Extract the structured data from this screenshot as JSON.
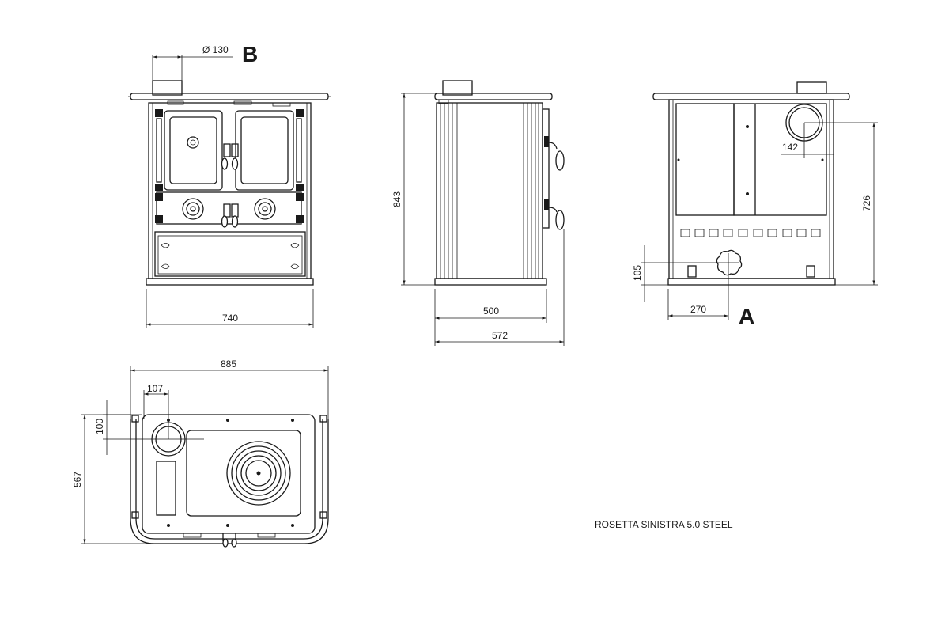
{
  "diagram": {
    "caption": "ROSETTA SINISTRA 5.0 STEEL",
    "labels": {
      "outlet_top": "B",
      "outlet_rear": "A"
    },
    "dimensions": {
      "flue_diameter": "Ø 130",
      "front_width": "740",
      "side_depth_body": "500",
      "side_depth_total": "572",
      "height_total": "843",
      "rear_flue_height": "726",
      "rear_flue_offset": "142",
      "rear_inlet_height": "105",
      "rear_inlet_offset": "270",
      "top_width_total": "885",
      "top_flue_offset_x": "107",
      "top_flue_offset_y": "100",
      "top_depth": "567"
    }
  }
}
